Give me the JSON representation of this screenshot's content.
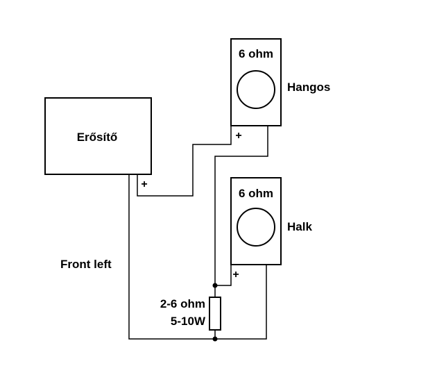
{
  "amplifier": {
    "label": "Erősítő",
    "plus": "+"
  },
  "speaker_loud": {
    "rating": "6 ohm",
    "name": "Hangos",
    "plus": "+"
  },
  "speaker_quiet": {
    "rating": "6 ohm",
    "name": "Halk",
    "plus": "+"
  },
  "channel_label": "Front left",
  "resistor": {
    "value": "2-6 ohm",
    "power": "5-10W"
  }
}
